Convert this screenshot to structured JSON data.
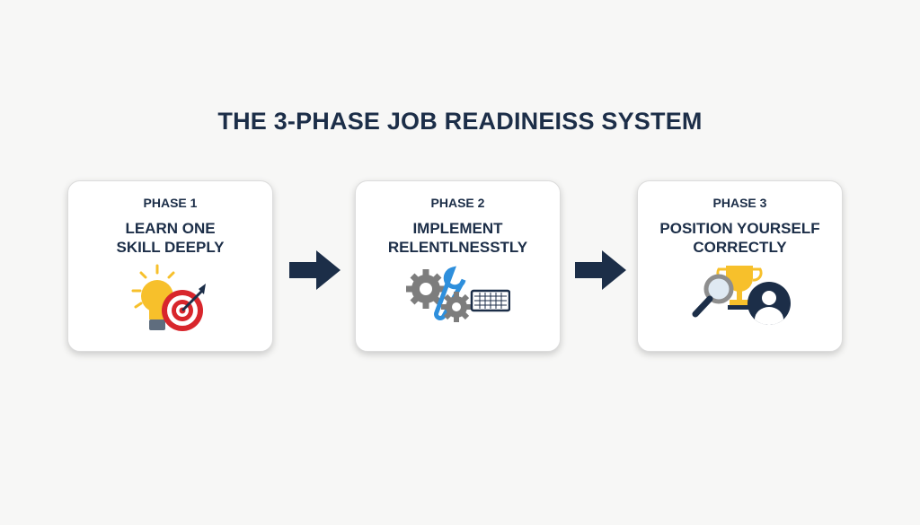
{
  "title": "THE 3-PHASE JOB READINEISS SYSTEM",
  "phases": [
    {
      "label": "PHASE 1",
      "name": "LEARN ONE\nSKILL DEEPLY",
      "icon": "lightbulb-target-icon"
    },
    {
      "label": "PHASE 2",
      "name": "IMPLEMENT\nRELENTLNESSTLY",
      "icon": "gears-wrench-keyboard-icon"
    },
    {
      "label": "PHASE 3",
      "name": "POSITION YOURSELF\nCORRECTLY",
      "icon": "magnifier-trophy-person-icon"
    }
  ],
  "colors": {
    "navy": "#1c2e48",
    "yellow": "#f7c02b",
    "red": "#d8262c",
    "blue": "#2e8fdc",
    "gray": "#7d7d7d"
  }
}
